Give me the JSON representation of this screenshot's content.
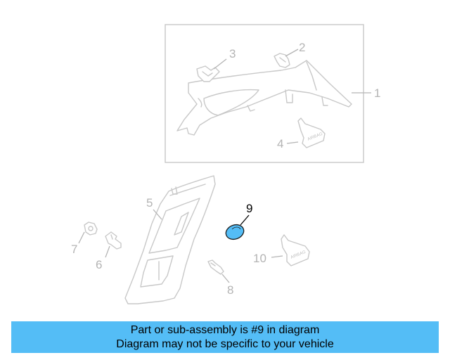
{
  "diagram": {
    "callouts": {
      "c1": "1",
      "c2": "2",
      "c3": "3",
      "c4": "4",
      "c5": "5",
      "c6": "6",
      "c7": "7",
      "c8": "8",
      "c9": "9",
      "c10": "10"
    },
    "part_label_airbag": "AIRBAG",
    "highlight_part": "9",
    "colors": {
      "highlight_fill": "#54bdf6",
      "line_art": "#c8c8c8",
      "callout_text": "#b4b4b4"
    }
  },
  "banner": {
    "line1": "Part or sub-assembly is #9 in diagram",
    "line2": "Diagram may not be specific to your vehicle",
    "background": "#54bdf6"
  }
}
